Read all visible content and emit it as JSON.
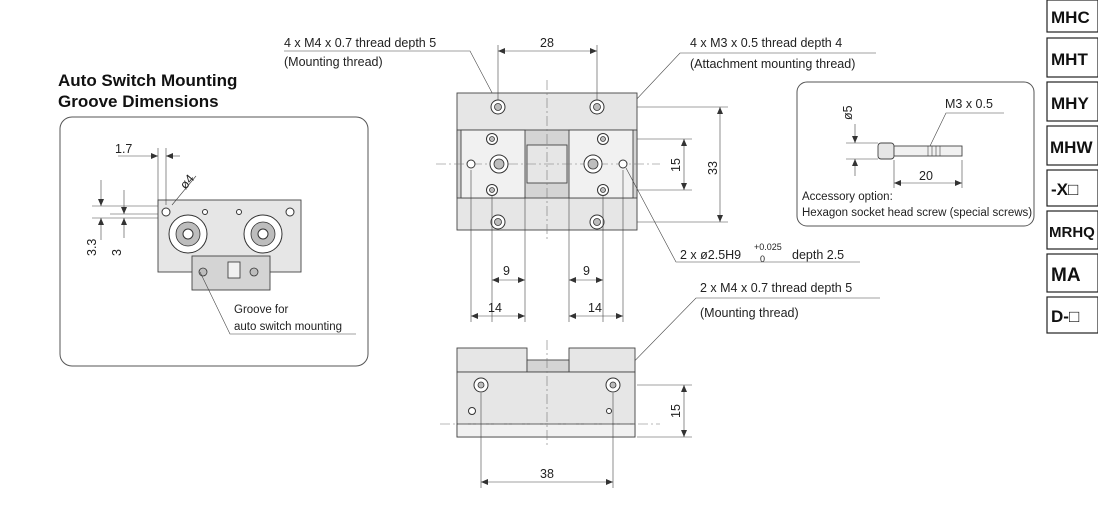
{
  "side_tabs": [
    "MHC",
    "MHT",
    "MHY",
    "MHW",
    "-X□",
    "MRHQ",
    "MA",
    "D-□"
  ],
  "groove_section": {
    "title_line1": "Auto Switch Mounting",
    "title_line2": "Groove Dimensions",
    "dim_1_7": "1.7",
    "dim_phi4": "ø4",
    "dim_3_3": "3.3",
    "dim_3": "3",
    "groove_label_line1": "Groove for",
    "groove_label_line2": "auto switch mounting"
  },
  "top_view": {
    "mounting_thread_label": "4 x M4 x 0.7  thread depth 5",
    "mounting_thread_sub": "(Mounting thread)",
    "attach_thread_label": "4 x M3 x 0.5  thread depth 4",
    "attach_thread_sub": "(Attachment mounting thread)",
    "dim_28": "28",
    "dim_15": "15",
    "dim_33": "33",
    "dim_9_left": "9",
    "dim_9_right": "9",
    "dim_14_left": "14",
    "dim_14_right": "14",
    "pin_label_main": "2 x ø2.5H9",
    "pin_tol_upper": "+0.025",
    "pin_tol_lower": "0",
    "pin_label_depth": "depth 2.5"
  },
  "front_view": {
    "mounting_label": "2 x M4 x 0.7  thread depth 5",
    "mounting_sub": "(Mounting thread)",
    "dim_15": "15",
    "dim_38": "38"
  },
  "accessory": {
    "dim_phi5": "ø5",
    "thread": "M3 x 0.5",
    "dim_20": "20",
    "option_label": "Accessory option:",
    "option_desc": "Hexagon socket head screw (special screws)"
  }
}
